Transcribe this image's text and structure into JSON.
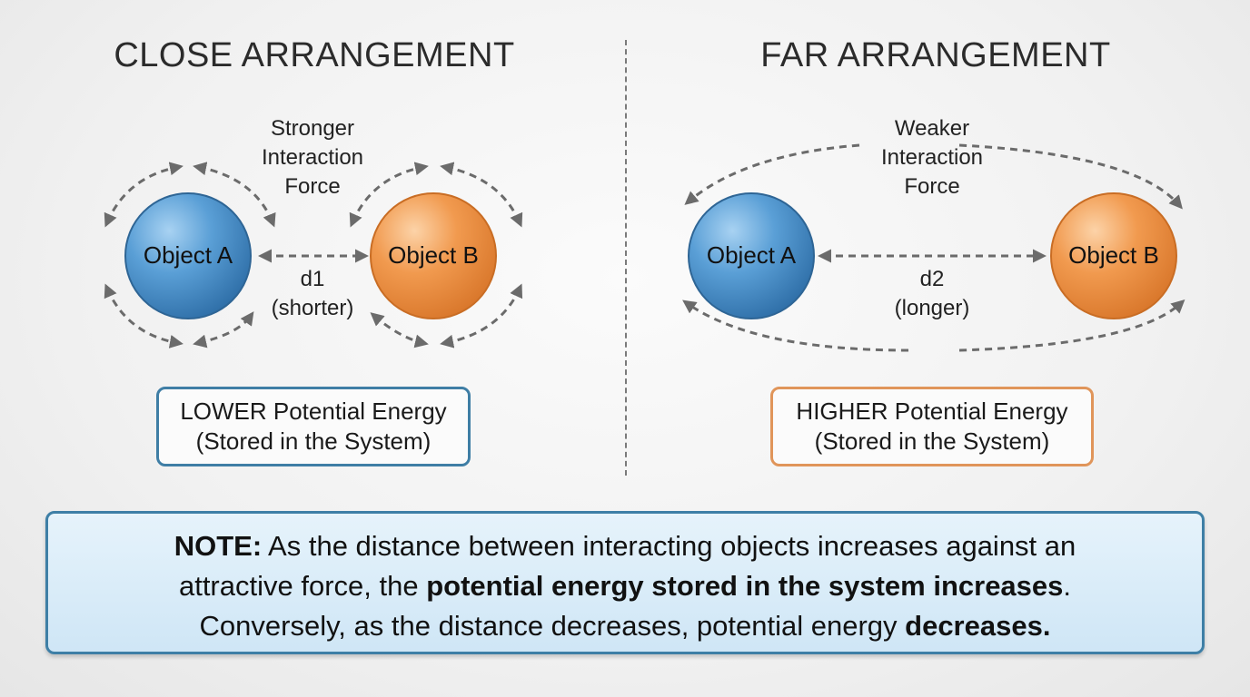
{
  "left_panel": {
    "title": "CLOSE ARRANGEMENT",
    "force_label": [
      "Stronger",
      "Interaction",
      "Force"
    ],
    "object_a": "Object A",
    "object_b": "Object B",
    "distance_label": [
      "d1",
      "(shorter)"
    ],
    "energy_box": [
      "LOWER Potential Energy",
      "(Stored in the System)"
    ],
    "energy_box_color": "#3f7ea5"
  },
  "right_panel": {
    "title": "FAR ARRANGEMENT",
    "force_label": [
      "Weaker",
      "Interaction",
      "Force"
    ],
    "object_a": "Object A",
    "object_b": "Object B",
    "distance_label": [
      "d2",
      "(longer)"
    ],
    "energy_box": [
      "HIGHER Potential Energy",
      "(Stored in the System)"
    ],
    "energy_box_color": "#e0955a"
  },
  "colors": {
    "object_a": "#4a8fc9",
    "object_b": "#ee9548",
    "arrow": "#6b6b6b",
    "note_border": "#3e7fa6"
  },
  "note": {
    "prefix": "NOTE:",
    "line1_rest": " As the distance between interacting objects increases against an",
    "line2_start": "attractive force, the ",
    "line2_bold": "potential energy stored in the system increases",
    "line2_end": ".",
    "line3_start": "Conversely, as the distance decreases, potential energy ",
    "line3_bold": "decreases."
  }
}
